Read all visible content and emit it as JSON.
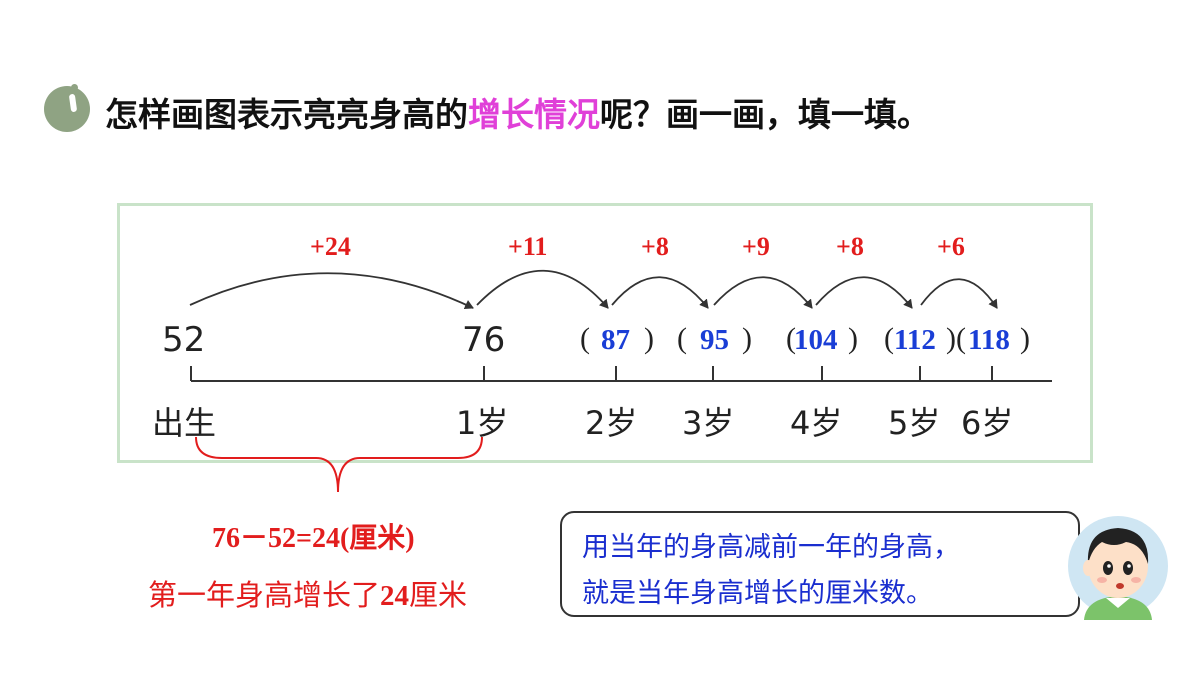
{
  "question": {
    "prefix": "怎样画图表示亮亮身高的",
    "highlight": "增长情况",
    "suffix": "呢？画一画，填一填。"
  },
  "diagram": {
    "heights": [
      "52",
      "76"
    ],
    "answers": [
      "87",
      "95",
      "104",
      "112",
      "118"
    ],
    "increments": [
      "+24",
      "+11",
      "+8",
      "+9",
      "+8",
      "+6"
    ],
    "ages": [
      "出生",
      "1岁",
      "2岁",
      "3岁",
      "4岁",
      "5岁",
      "6岁"
    ]
  },
  "explanation": {
    "formula": "76－52=24(厘米)",
    "note_prefix": "第一年身高增长了",
    "note_number": "24",
    "note_suffix": "厘米"
  },
  "speech_bubble": {
    "line1": "用当年的身高减前一年的身高，",
    "line2": "就是当年身高增长的厘米数。"
  },
  "colors": {
    "highlight": "#e040d8",
    "increment": "#e21d1d",
    "answer": "#1a3ed6",
    "bubble_text": "#1a2ecf",
    "box_border": "#c9e3c9"
  }
}
